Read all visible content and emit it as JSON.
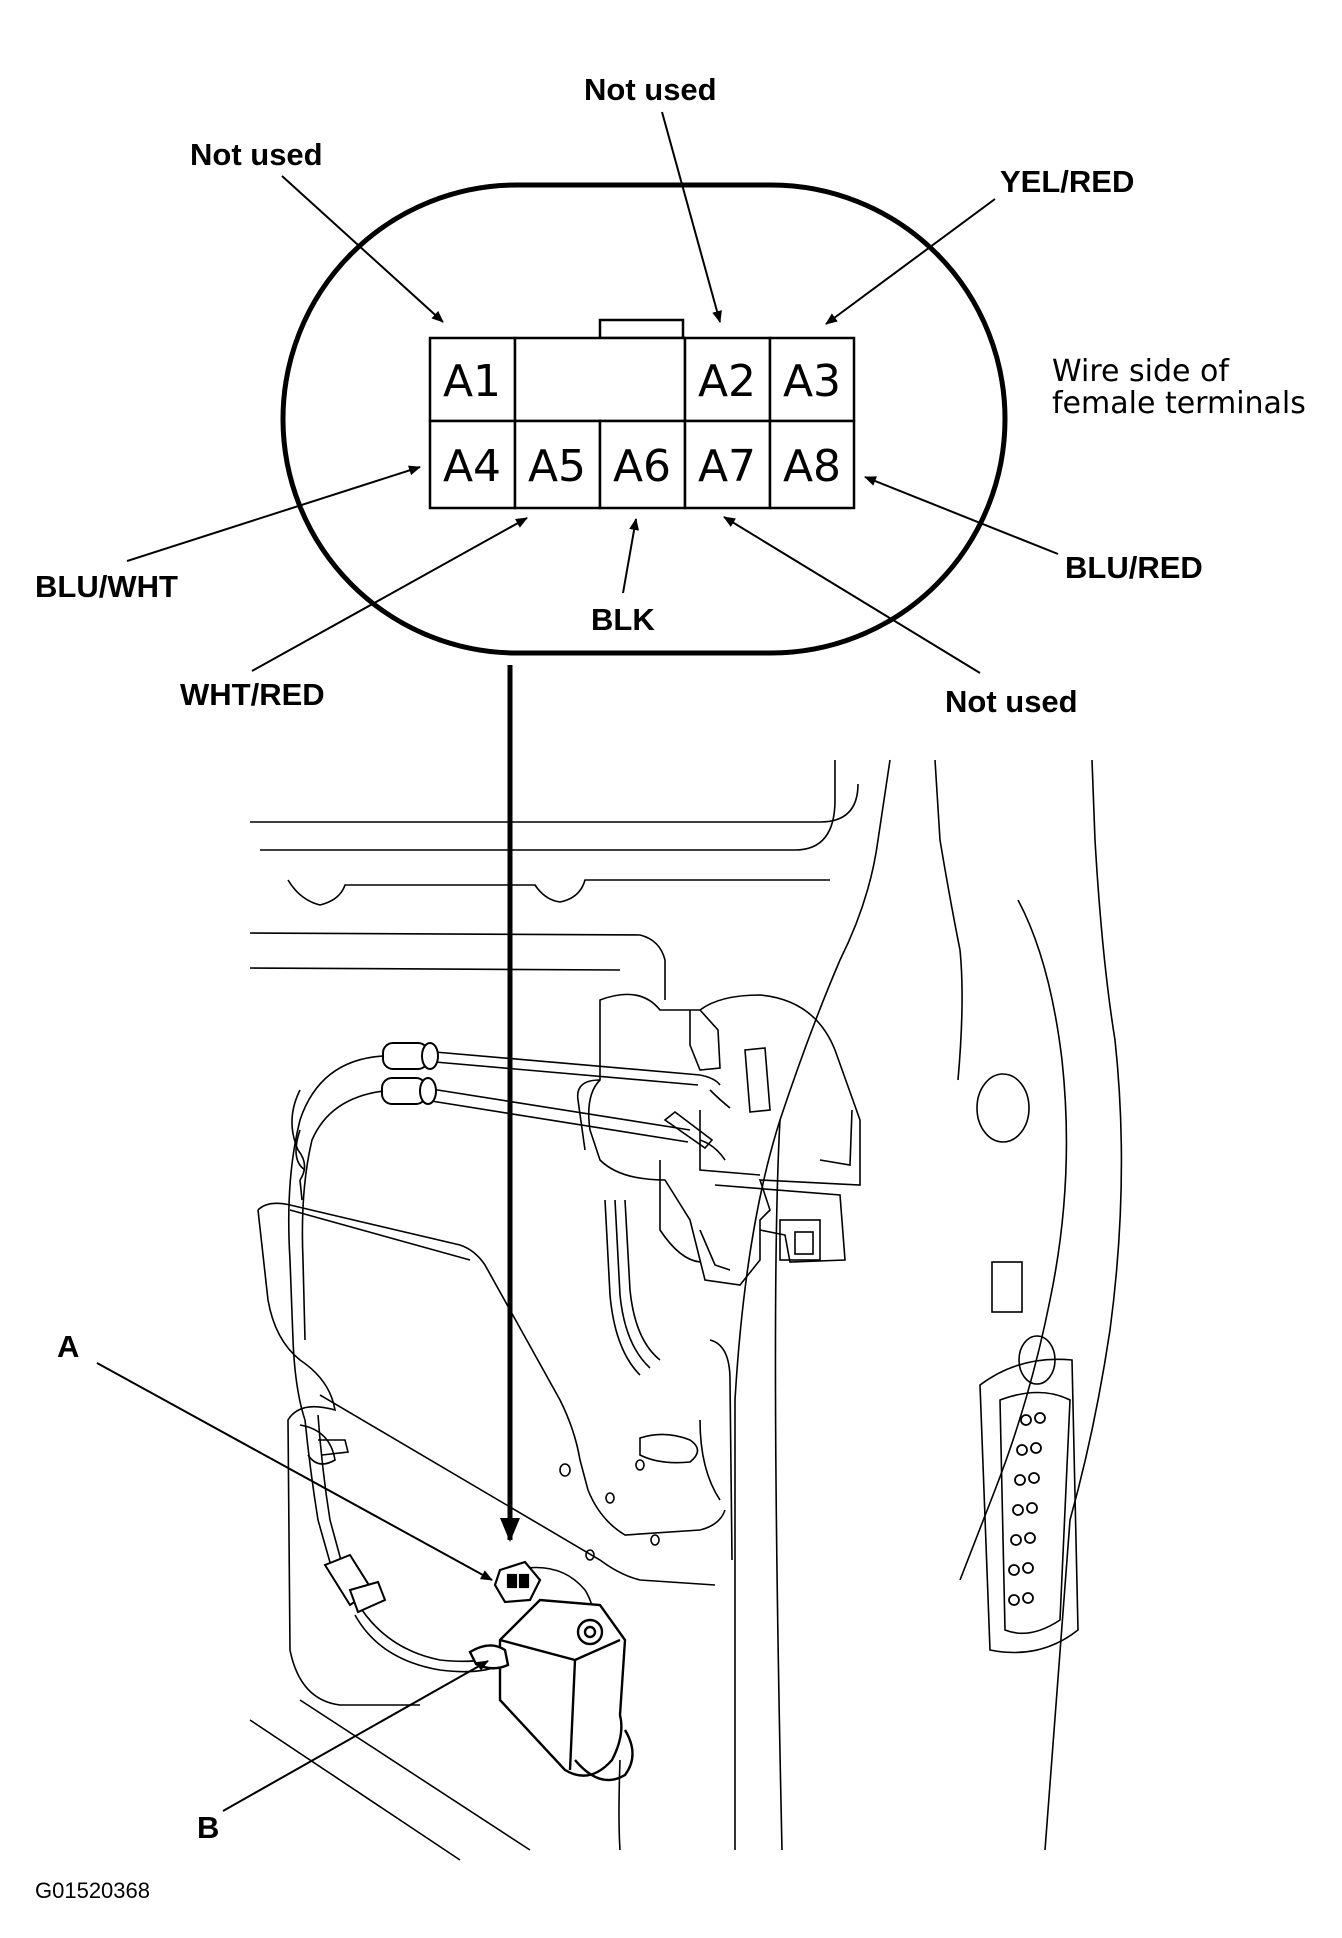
{
  "connector": {
    "terminals": {
      "a1": "A1",
      "a2": "A2",
      "a3": "A3",
      "a4": "A4",
      "a5": "A5",
      "a6": "A6",
      "a7": "A7",
      "a8": "A8"
    },
    "note_line1": "Wire side of",
    "note_line2": "female terminals"
  },
  "callouts": {
    "a1": "Not used",
    "a2": "Not used",
    "a3": "YEL/RED",
    "a4": "BLU/WHT",
    "a5": "WHT/RED",
    "a6": "BLK",
    "a7": "Not used",
    "a8": "BLU/RED"
  },
  "parts": {
    "a": "A",
    "b": "B"
  },
  "figure_code": "G01520368"
}
